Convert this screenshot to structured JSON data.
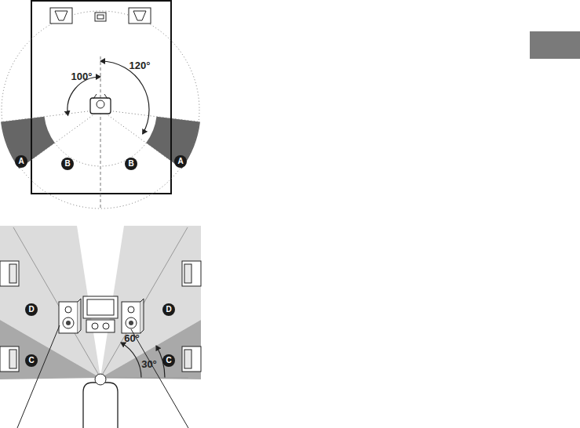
{
  "diagram": {
    "labels": [
      "100°",
      "120°",
      "A",
      "B",
      "B",
      "A",
      "D",
      "D",
      "C",
      "C",
      "60°",
      "30°"
    ]
  }
}
